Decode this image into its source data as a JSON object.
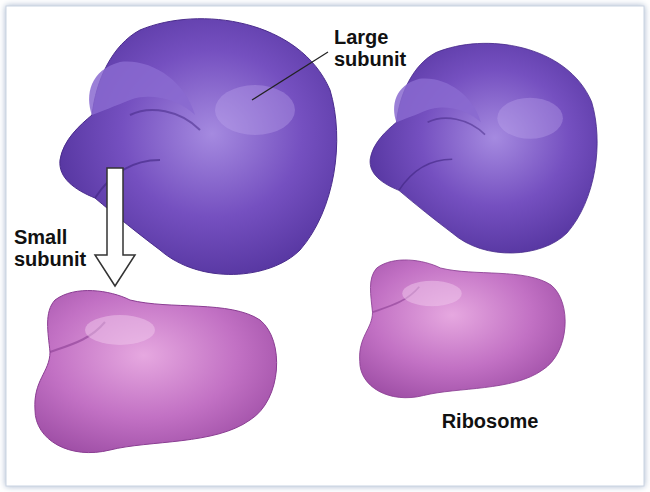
{
  "diagram": {
    "labels": [
      "Large subunit",
      "Small subunit",
      "Ribosome"
    ]
  }
}
